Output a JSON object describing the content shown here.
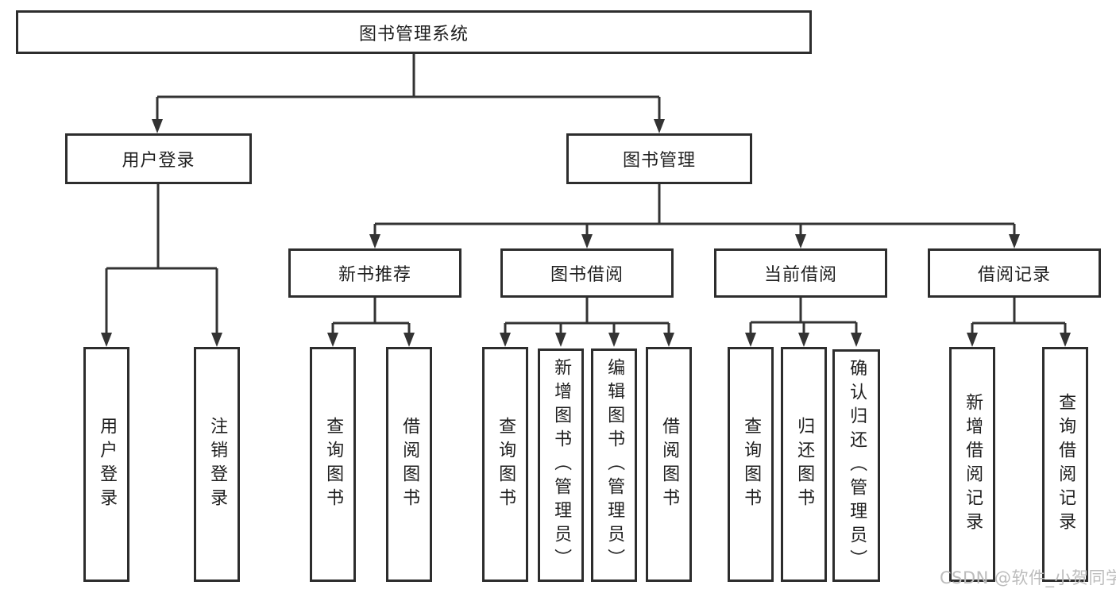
{
  "diagram": {
    "title": "图书管理系统",
    "nodes": {
      "root": "图书管理系统",
      "user_login": "用户登录",
      "book_mgmt": "图书管理",
      "new_book_rec": "新书推荐",
      "book_borrow": "图书借阅",
      "current_borrow": "当前借阅",
      "borrow_records": "借阅记录",
      "ul_login": "用户登录",
      "ul_logout": "注销登录",
      "nb_query": "查询图书",
      "nb_borrow": "借阅图书",
      "bb_query": "查询图书",
      "bb_add": "新增图书（管理员）",
      "bb_edit": "编辑图书（管理员）",
      "bb_borrow": "借阅图书",
      "cb_query": "查询图书",
      "cb_return": "归还图书",
      "cb_confirm": "确认归还（管理员）",
      "br_add": "新增借阅记录",
      "br_query": "查询借阅记录"
    }
  },
  "watermark": "CSDN @软件_小贺同学",
  "colors": {
    "line": "#333333",
    "box_border": "#2d2d2d",
    "text": "#1f1f1f",
    "watermark_text": "#bcbcbc",
    "background": "#ffffff"
  }
}
